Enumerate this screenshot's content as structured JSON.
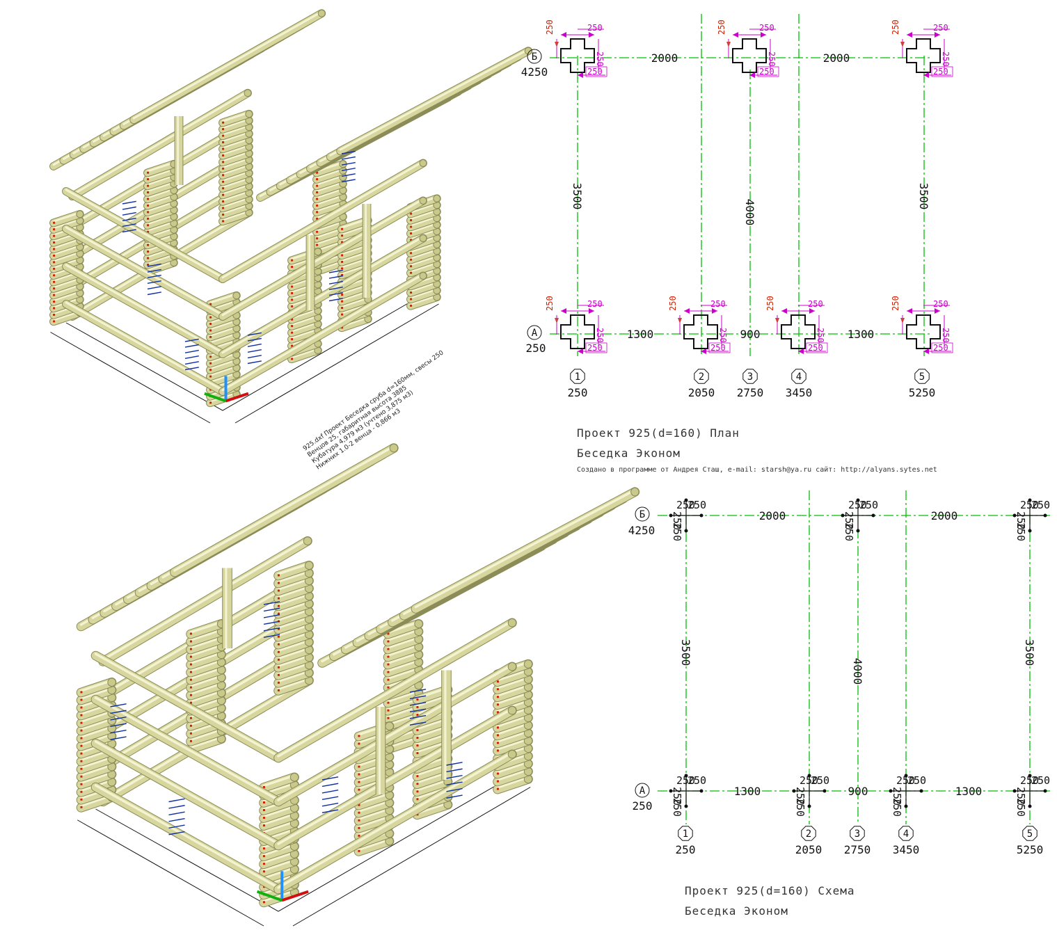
{
  "plan": {
    "row_labels": [
      "Б",
      "А"
    ],
    "row_values": [
      "4250",
      "250"
    ],
    "col_labels": [
      "1",
      "2",
      "3",
      "4",
      "5"
    ],
    "col_values": [
      "250",
      "2050",
      "2750",
      "3450",
      "5250"
    ],
    "top_spans": [
      "2000",
      "2000"
    ],
    "bottom_spans": [
      "1300",
      "900",
      "1300"
    ],
    "vertical_spans": [
      "3500",
      "4000",
      "3500"
    ],
    "detail_dim": "250",
    "caption_1": "Проект 925(d=160) План",
    "caption_2": "Беседка Эконом",
    "credit": "Создано в программе от Андрея Сташ, e-mail: starsh@ya.ru сайт: http://alyans.sytes.net"
  },
  "scheme": {
    "row_labels": [
      "Б",
      "А"
    ],
    "row_values": [
      "4250",
      "250"
    ],
    "col_labels": [
      "1",
      "2",
      "3",
      "4",
      "5"
    ],
    "col_values": [
      "250",
      "2050",
      "2750",
      "3450",
      "5250"
    ],
    "top_spans": [
      "2000",
      "2000"
    ],
    "bottom_spans": [
      "1300",
      "900",
      "1300"
    ],
    "vertical_spans": [
      "3500",
      "4000",
      "3500"
    ],
    "overlap_label": "250",
    "caption_1": "Проект 925(d=160) Схема",
    "caption_2": "Беседка Эконом"
  },
  "iso_top_notes": [
    "925.dxf Проект Беседка сруба d=160мм, свесы 250",
    "Венцов 25, габаритная высота 3885",
    "Кубатура 4,979 м3 (учтено 3,875 м3)",
    "Нижних 1.0-2 венца - 0,866 м3"
  ],
  "colors": {
    "log": "#d8d8a0",
    "log_edge": "#9a9a60",
    "log_end": "#c8c890",
    "magenta": "#cc00cc",
    "axis_green": "#00c000",
    "red_marks": "#cc2200",
    "blue_text": "#1030a0"
  }
}
